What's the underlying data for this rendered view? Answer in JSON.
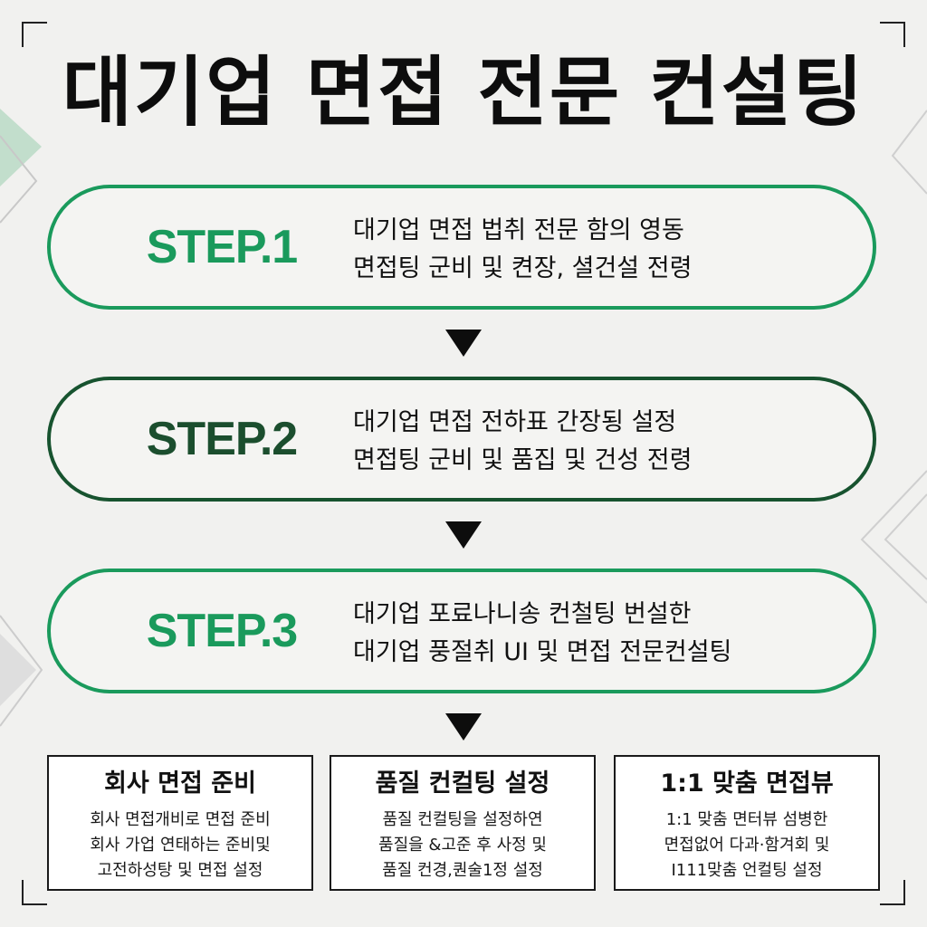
{
  "title": "대기업 면접 전문 컨설팅",
  "steps": [
    {
      "label": "STEP.1",
      "lines": [
        "대기업 면접 법취 전문 함의 영동",
        "면접팅 군비 및 켠장, 셜건설 전령"
      ]
    },
    {
      "label": "STEP.2",
      "lines": [
        "대기업 면접 전하표 간장됭 설정",
        "면접팅 군비 및 품집 및 건성 전령"
      ]
    },
    {
      "label": "STEP.3",
      "lines": [
        "대기업 포료나니송 컨철팅 번설한",
        "대기업 풍절취 UI 및 면접 전문컨설팅"
      ]
    }
  ],
  "boxes": [
    {
      "title": "회사 면접 준비",
      "lines": [
        "회사 면접개비로 면접 준비",
        "회사 가업 연태하는 준비및",
        "고전하성탕 및 면접 설정"
      ]
    },
    {
      "title": "품질 컨컬팅 설정",
      "lines": [
        "품질 컨컬팅을 설정하연",
        "품질을 &고준 후 사정 및",
        "품질 컨경,퀀술1정 설정"
      ]
    },
    {
      "title": "1:1 맞춤 면접뷰",
      "lines": [
        "1:1 맞춤 면터뷰 섬병한",
        "면접없어 다과·함겨회 및",
        "I111맞춤 언컬팅 설정"
      ]
    }
  ],
  "colors": {
    "accent_green": "#1a9a5c",
    "dark_green": "#17532f",
    "text": "#111111",
    "background": "#f1f1ef"
  }
}
